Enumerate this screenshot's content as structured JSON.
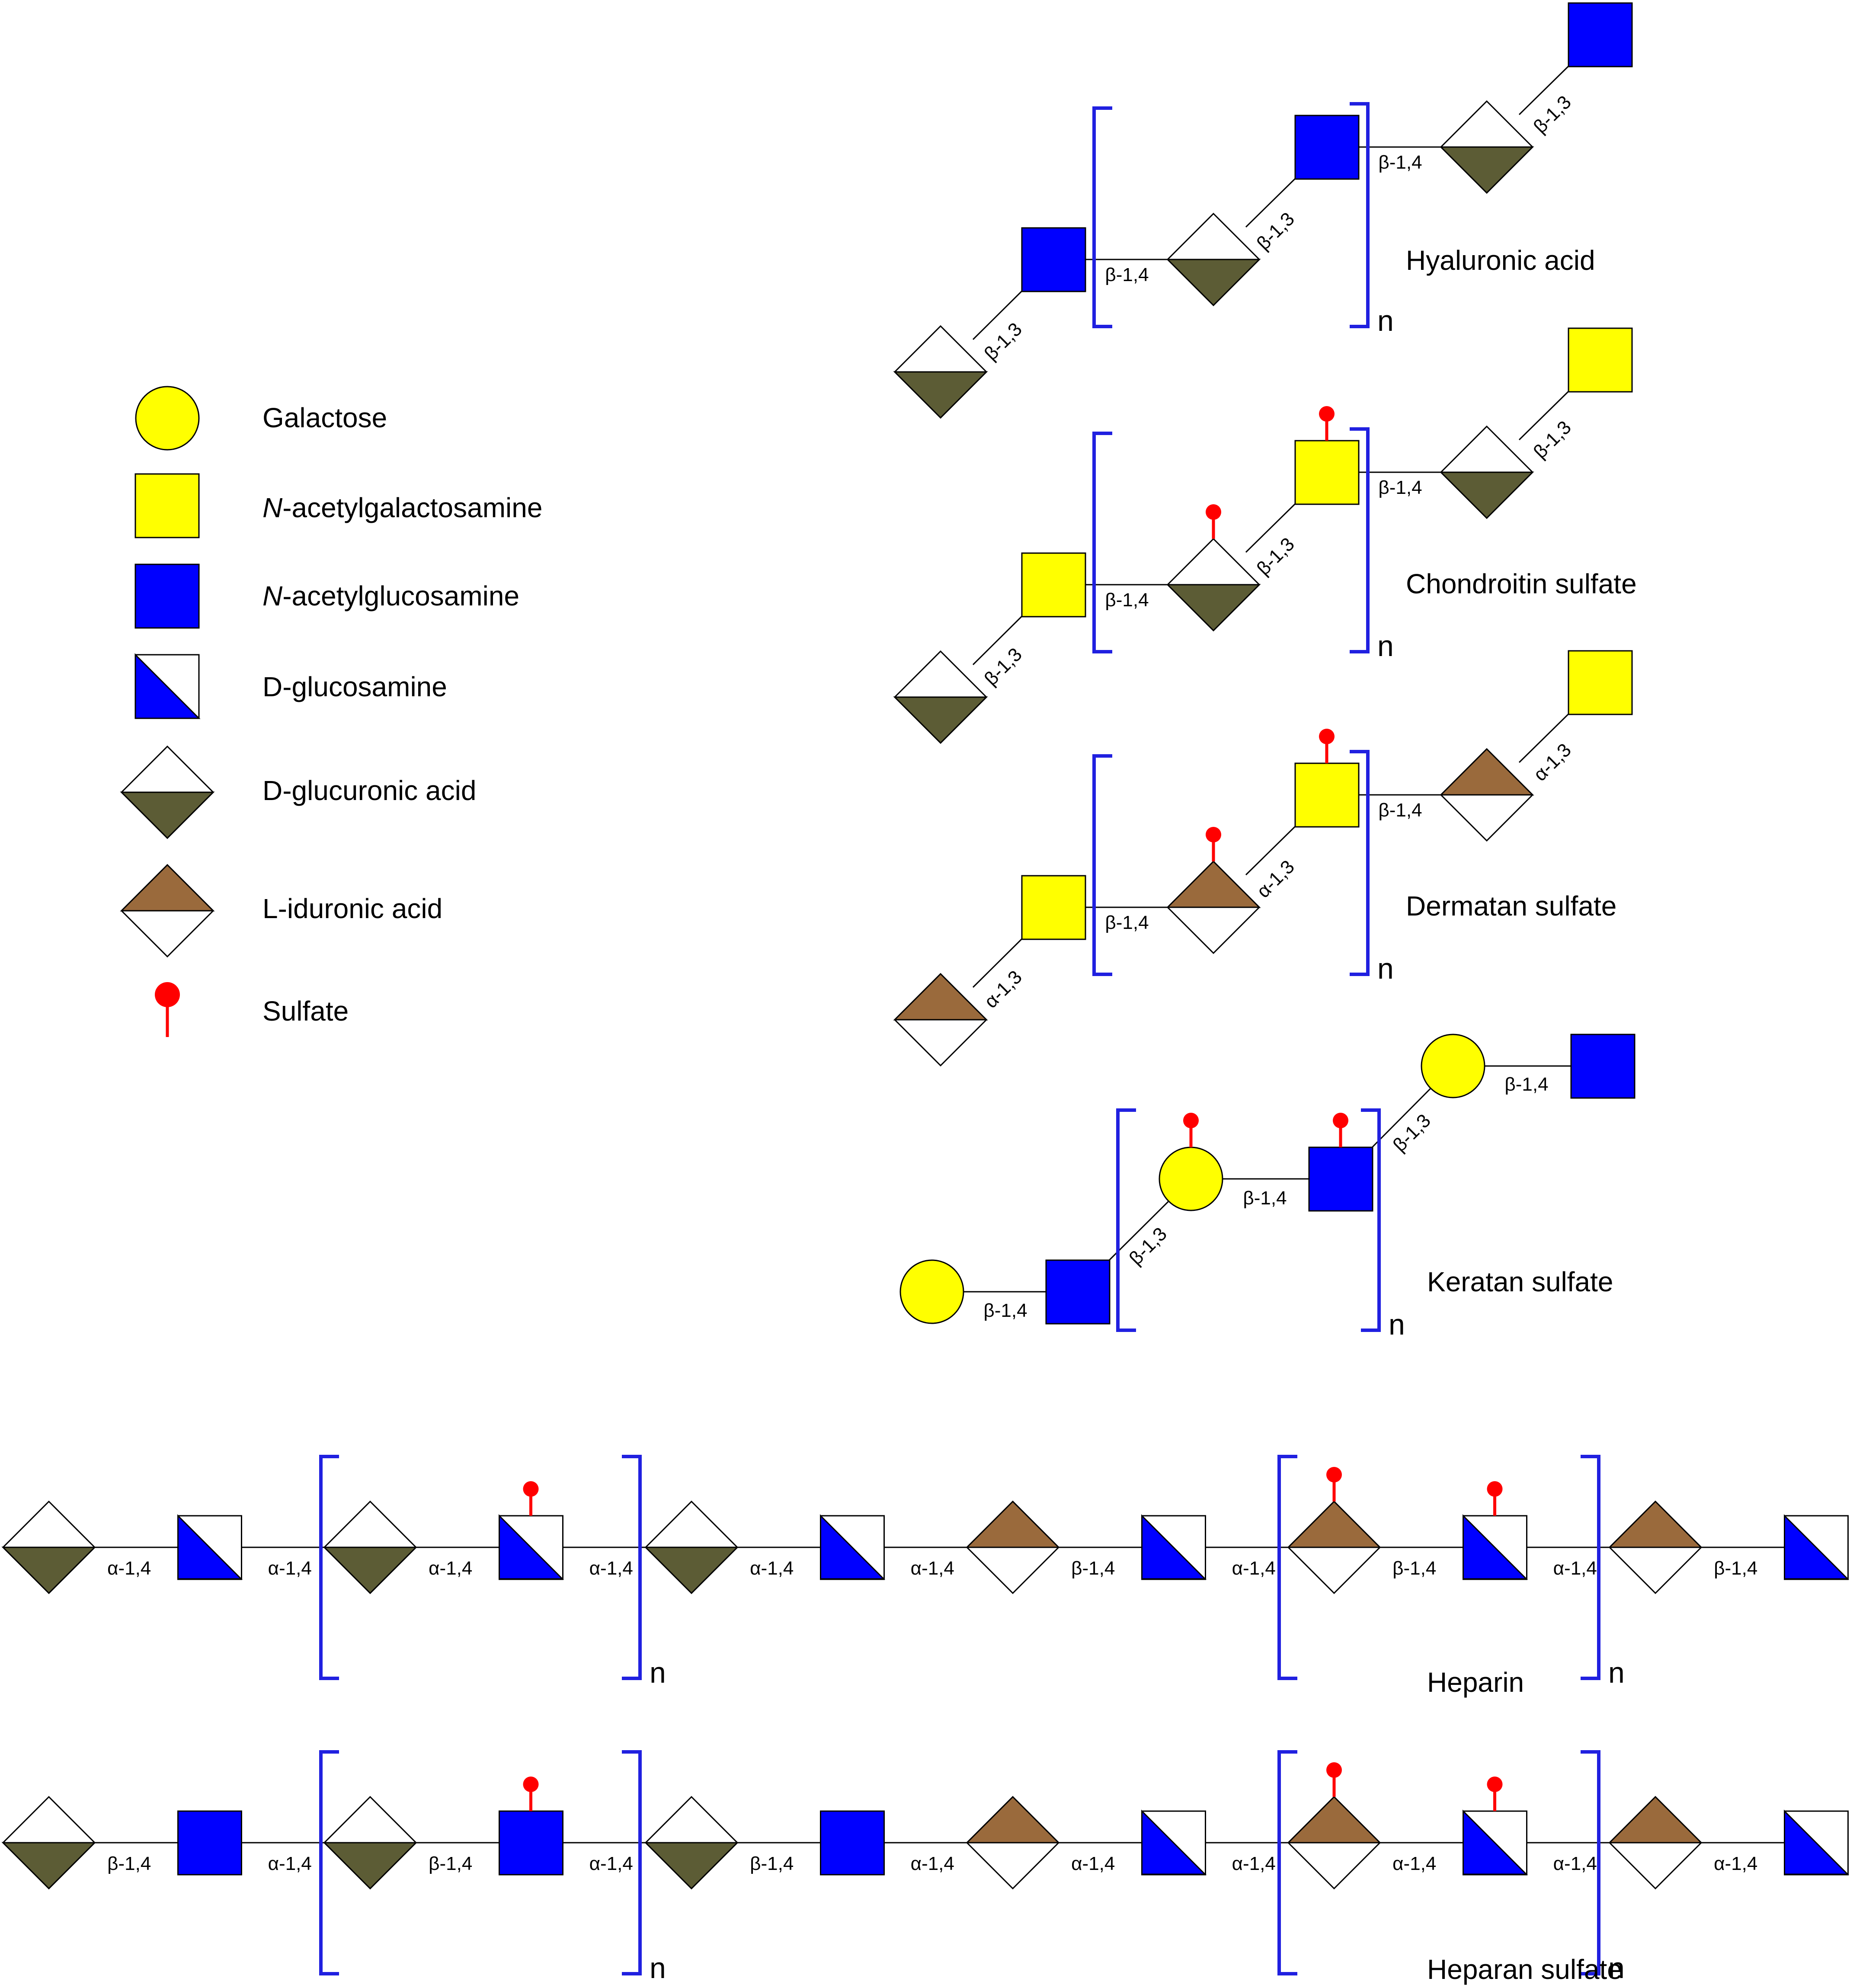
{
  "colors": {
    "galactose": "#ffff00",
    "galnac": "#ffff00",
    "glcnac": "#0000ff",
    "glucosamine": "#0000ff",
    "glcA": "#5c5c35",
    "idoA": "#9a6a3c",
    "sulfate": "#ff0000",
    "bracket": "#2020e0",
    "line": "#000000"
  },
  "legend": {
    "items": [
      {
        "shape": "circle",
        "label": "Galactose",
        "icon": "galactose-icon"
      },
      {
        "shape": "square-yellow",
        "label_italic": "N",
        "label": "-acetylgalactosamine",
        "icon": "galnac-icon"
      },
      {
        "shape": "square-blue",
        "label_italic": "N",
        "label": "-acetylglucosamine",
        "icon": "glcnac-icon"
      },
      {
        "shape": "half-square",
        "label": "D-glucosamine",
        "icon": "glucosamine-icon"
      },
      {
        "shape": "diamond-glca",
        "label": "D-glucuronic acid",
        "icon": "glucuronic-acid-icon"
      },
      {
        "shape": "diamond-idoa",
        "label": "L-iduronic acid",
        "icon": "iduronic-acid-icon"
      },
      {
        "shape": "sulfate",
        "label": "Sulfate",
        "icon": "sulfate-icon"
      }
    ]
  },
  "repeat_marker": "n",
  "molecules": {
    "hyaluronic": {
      "name": "Hyaluronic acid",
      "links": [
        "β-1,3",
        "β-1,4",
        "β-1,3",
        "β-1,4",
        "β-1,3"
      ]
    },
    "chondroitin": {
      "name": "Chondroitin sulfate",
      "links": [
        "β-1,3",
        "β-1,4",
        "β-1,3",
        "β-1,4",
        "β-1,3"
      ]
    },
    "dermatan": {
      "name": "Dermatan sulfate",
      "links": [
        "α-1,3",
        "β-1,4",
        "α-1,3",
        "β-1,4",
        "α-1,3"
      ]
    },
    "keratan": {
      "name": "Keratan sulfate",
      "links": [
        "β-1,4",
        "β-1,3",
        "β-1,4",
        "β-1,3",
        "β-1,4"
      ]
    },
    "heparin": {
      "name": "Heparin",
      "links": [
        "α-1,4",
        "α-1,4",
        "α-1,4",
        "α-1,4",
        "α-1,4",
        "α-1,4",
        "β-1,4",
        "α-1,4",
        "β-1,4",
        "α-1,4",
        "β-1,4"
      ]
    },
    "heparan": {
      "name": "Heparan sulfate",
      "links": [
        "β-1,4",
        "α-1,4",
        "β-1,4",
        "α-1,4",
        "β-1,4",
        "α-1,4",
        "α-1,4",
        "α-1,4",
        "α-1,4",
        "α-1,4",
        "α-1,4"
      ]
    }
  }
}
